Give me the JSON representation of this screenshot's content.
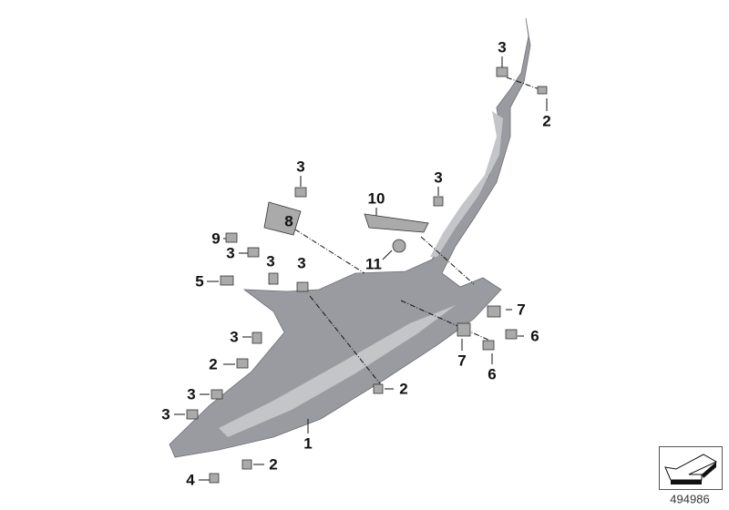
{
  "diagram": {
    "callouts": [
      {
        "id": "c1",
        "text": "3"
      },
      {
        "id": "c2",
        "text": "2"
      },
      {
        "id": "c3",
        "text": "3"
      },
      {
        "id": "c4",
        "text": "3"
      },
      {
        "id": "c5",
        "text": "10"
      },
      {
        "id": "c6",
        "text": "8"
      },
      {
        "id": "c7",
        "text": "9"
      },
      {
        "id": "c8",
        "text": "3"
      },
      {
        "id": "c9",
        "text": "11"
      },
      {
        "id": "c10",
        "text": "3"
      },
      {
        "id": "c11",
        "text": "3"
      },
      {
        "id": "c12",
        "text": "5"
      },
      {
        "id": "c13",
        "text": "7"
      },
      {
        "id": "c14",
        "text": "6"
      },
      {
        "id": "c15",
        "text": "3"
      },
      {
        "id": "c16",
        "text": "2"
      },
      {
        "id": "c17",
        "text": "7"
      },
      {
        "id": "c18",
        "text": "6"
      },
      {
        "id": "c19",
        "text": "2"
      },
      {
        "id": "c20",
        "text": "3"
      },
      {
        "id": "c21",
        "text": "3"
      },
      {
        "id": "c22",
        "text": "1"
      },
      {
        "id": "c23",
        "text": "2"
      },
      {
        "id": "c24",
        "text": "4"
      }
    ],
    "caption": "494986",
    "colors": {
      "part": "#9a9ba0",
      "part_light": "#c4c5c9",
      "line": "#111111"
    }
  }
}
